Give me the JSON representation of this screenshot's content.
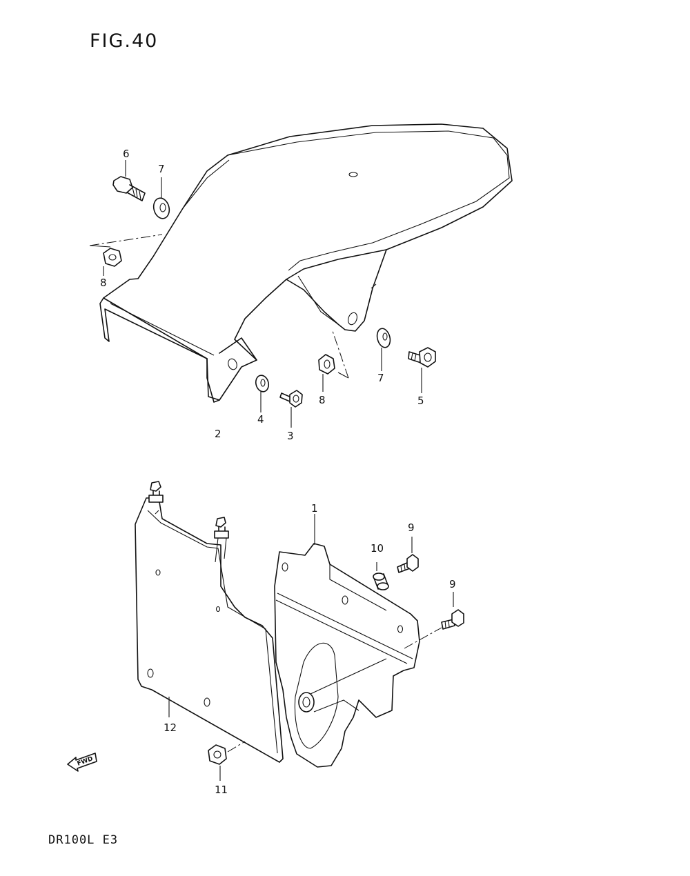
{
  "figure": {
    "title": "FIG.40",
    "model_code": "DR100L E3",
    "fwd_label": "FWD"
  },
  "parts": [
    {
      "id": "p1",
      "number": "1"
    },
    {
      "id": "p2",
      "number": "2"
    },
    {
      "id": "p3",
      "number": "3"
    },
    {
      "id": "p4",
      "number": "4"
    },
    {
      "id": "p5",
      "number": "5"
    },
    {
      "id": "p6",
      "number": "6"
    },
    {
      "id": "p7a",
      "number": "7"
    },
    {
      "id": "p7b",
      "number": "7"
    },
    {
      "id": "p8a",
      "number": "8"
    },
    {
      "id": "p8b",
      "number": "8"
    },
    {
      "id": "p9a",
      "number": "9"
    },
    {
      "id": "p9b",
      "number": "9"
    },
    {
      "id": "p10",
      "number": "10"
    },
    {
      "id": "p11",
      "number": "11"
    },
    {
      "id": "p12",
      "number": "12"
    }
  ],
  "icons": {
    "fwd_arrow": "fwd-arrow-icon"
  }
}
